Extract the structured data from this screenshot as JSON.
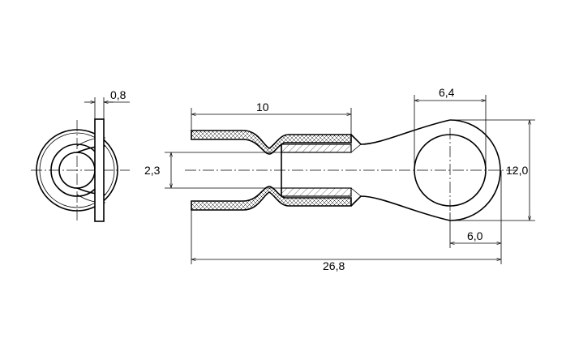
{
  "dimensions": {
    "plate_thickness": "0,8",
    "sleeve_length": "10",
    "bore_diameter": "2,3",
    "hole_diameter": "6,4",
    "ring_diameter": "12,0",
    "center_to_end": "6,0",
    "total_length": "26,8"
  }
}
